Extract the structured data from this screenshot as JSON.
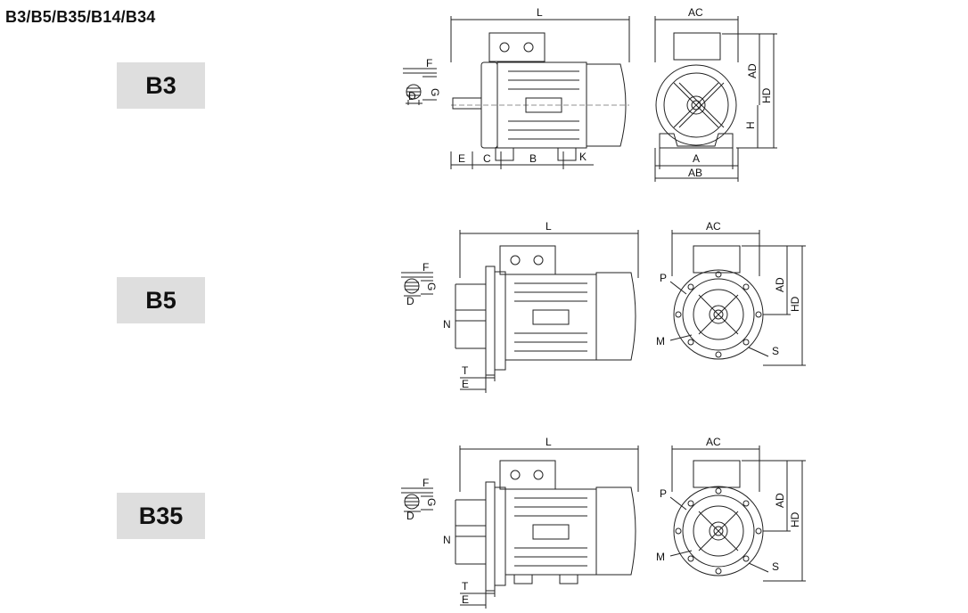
{
  "header": {
    "title": "B3/B5/B35/B14/B34"
  },
  "mounting_types": [
    {
      "label": "B3",
      "dims_side": {
        "L": "L",
        "F": "F",
        "G": "G",
        "D": "D",
        "E": "E",
        "C": "C",
        "B": "B",
        "K": "K"
      },
      "dims_front": {
        "AC": "AC",
        "AD": "AD",
        "HD": "HD",
        "H": "H",
        "A": "A",
        "AB": "AB"
      }
    },
    {
      "label": "B5",
      "dims_side": {
        "L": "L",
        "F": "F",
        "G": "G",
        "D": "D",
        "N": "N",
        "T": "T",
        "E": "E"
      },
      "dims_front": {
        "AC": "AC",
        "AD": "AD",
        "HD": "HD",
        "P": "P",
        "M": "M",
        "S": "S"
      }
    },
    {
      "label": "B35",
      "dims_side": {
        "L": "L",
        "F": "F",
        "G": "G",
        "D": "D",
        "N": "N",
        "T": "T",
        "E": "E"
      },
      "dims_front": {
        "AC": "AC",
        "AD": "AD",
        "HD": "HD",
        "P": "P",
        "M": "M",
        "S": "S"
      }
    }
  ]
}
